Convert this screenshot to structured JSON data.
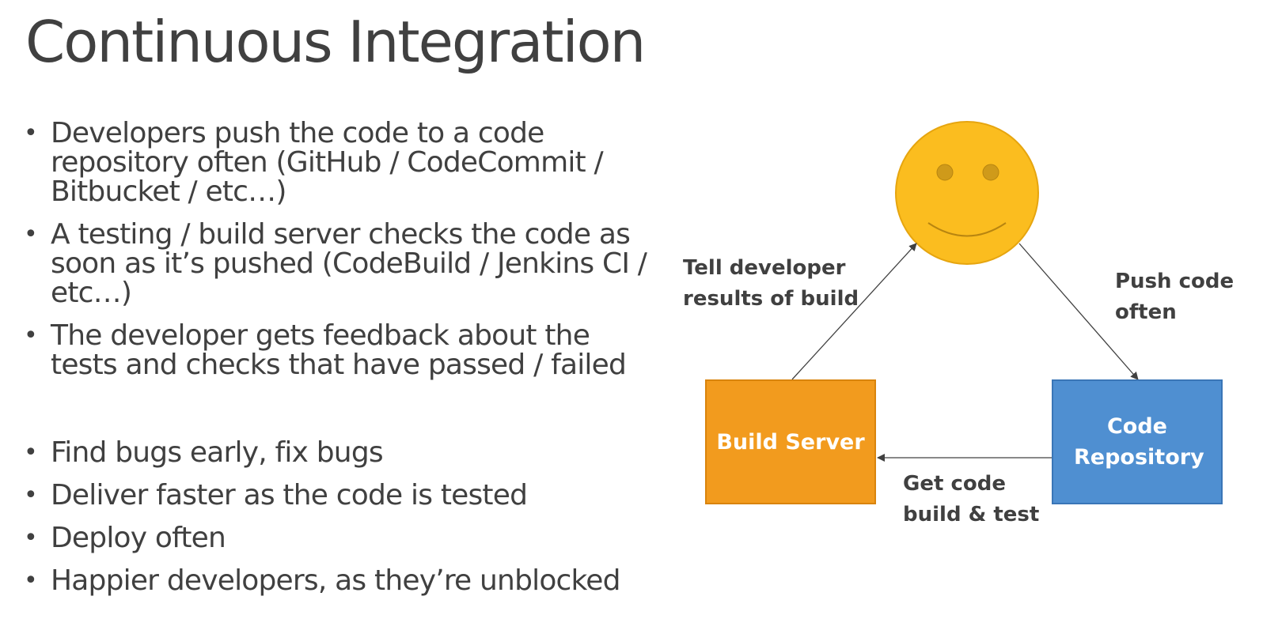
{
  "slide": {
    "title": "Continuous Integration",
    "bullets_group1": [
      "Developers push the code to a code repository often (GitHub / CodeCommit / Bitbucket / etc…)",
      "A testing / build server checks the code as soon as it’s pushed (CodeBuild / Jenkins CI / etc…)",
      "The developer gets feedback about the tests and checks that have passed / failed"
    ],
    "bullets_group2": [
      "Find bugs early, fix bugs",
      "Deliver faster as the code is tested",
      "Deploy often",
      "Happier developers, as they’re unblocked"
    ]
  },
  "diagram": {
    "nodes": {
      "developer": {
        "icon": "smiley-face-icon",
        "color": "#fbbd1f"
      },
      "build_server": {
        "label": "Build Server",
        "color": "#f29b1e"
      },
      "code_repository": {
        "label": "Code Repository",
        "color": "#4f8fd1"
      }
    },
    "edges": {
      "push": {
        "label_line1": "Push code",
        "label_line2": "often"
      },
      "get": {
        "label_line1": "Get code",
        "label_line2": "build & test"
      },
      "tell": {
        "label_line1": "Tell developer",
        "label_line2": "results of build"
      }
    }
  }
}
